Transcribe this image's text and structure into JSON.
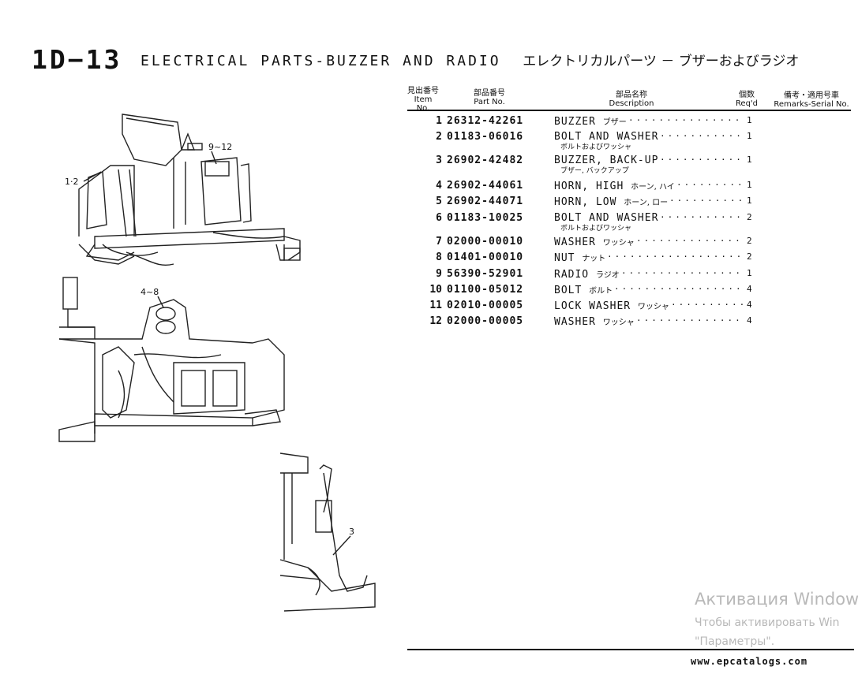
{
  "title": {
    "code": "1D−13",
    "english": "ELECTRICAL PARTS-BUZZER AND RADIO",
    "japanese": "エレクトリカルパーツ － ブザーおよびラジオ"
  },
  "columns": {
    "item_jp": "見出番号",
    "item_en": "Item No.",
    "part_jp": "部品番号",
    "part_en": "Part No.",
    "desc_jp": "部品名称",
    "desc_en": "Description",
    "qty_jp": "個数",
    "qty_en": "Req'd",
    "remarks_jp": "備考・適用号車",
    "remarks_en": "Remarks-Serial No."
  },
  "parts": [
    {
      "item": "1",
      "part_no": "26312-42261",
      "desc": "BUZZER",
      "desc_ja": "ブザー",
      "sub": "",
      "qty": "1"
    },
    {
      "item": "2",
      "part_no": "01183-06016",
      "desc": "BOLT AND WASHER",
      "desc_ja": "",
      "sub": "ボルトおよびワッシャ",
      "qty": "1"
    },
    {
      "item": "3",
      "part_no": "26902-42482",
      "desc": "BUZZER, BACK-UP",
      "desc_ja": "",
      "sub": "ブザー, バックアップ",
      "qty": "1"
    },
    {
      "item": "4",
      "part_no": "26902-44061",
      "desc": "HORN, HIGH",
      "desc_ja": "ホーン, ハイ",
      "sub": "",
      "qty": "1"
    },
    {
      "item": "5",
      "part_no": "26902-44071",
      "desc": "HORN, LOW",
      "desc_ja": "ホーン, ロー",
      "sub": "",
      "qty": "1"
    },
    {
      "item": "6",
      "part_no": "01183-10025",
      "desc": "BOLT AND WASHER",
      "desc_ja": "",
      "sub": "ボルトおよびワッシャ",
      "qty": "2"
    },
    {
      "item": "7",
      "part_no": "02000-00010",
      "desc": "WASHER",
      "desc_ja": "ワッシャ",
      "sub": "",
      "qty": "2"
    },
    {
      "item": "8",
      "part_no": "01401-00010",
      "desc": "NUT",
      "desc_ja": "ナット",
      "sub": "",
      "qty": "2"
    },
    {
      "item": "9",
      "part_no": "56390-52901",
      "desc": "RADIO",
      "desc_ja": "ラジオ",
      "sub": "",
      "qty": "1"
    },
    {
      "item": "10",
      "part_no": "01100-05012",
      "desc": "BOLT",
      "desc_ja": "ボルト",
      "sub": "",
      "qty": "4"
    },
    {
      "item": "11",
      "part_no": "02010-00005",
      "desc": "LOCK WASHER",
      "desc_ja": "ワッシャ",
      "sub": "",
      "qty": "4"
    },
    {
      "item": "12",
      "part_no": "02000-00005",
      "desc": "WASHER",
      "desc_ja": "ワッシャ",
      "sub": "",
      "qty": "4"
    }
  ],
  "callouts": {
    "c1": "1·2",
    "c2": "9~12",
    "c3": "4~8",
    "c4": "3"
  },
  "watermark": {
    "line1": "Активация Windows",
    "line2": "Чтобы активировать Win",
    "line3": "\"Параметры\"."
  },
  "site": "www.epcatalogs.com"
}
